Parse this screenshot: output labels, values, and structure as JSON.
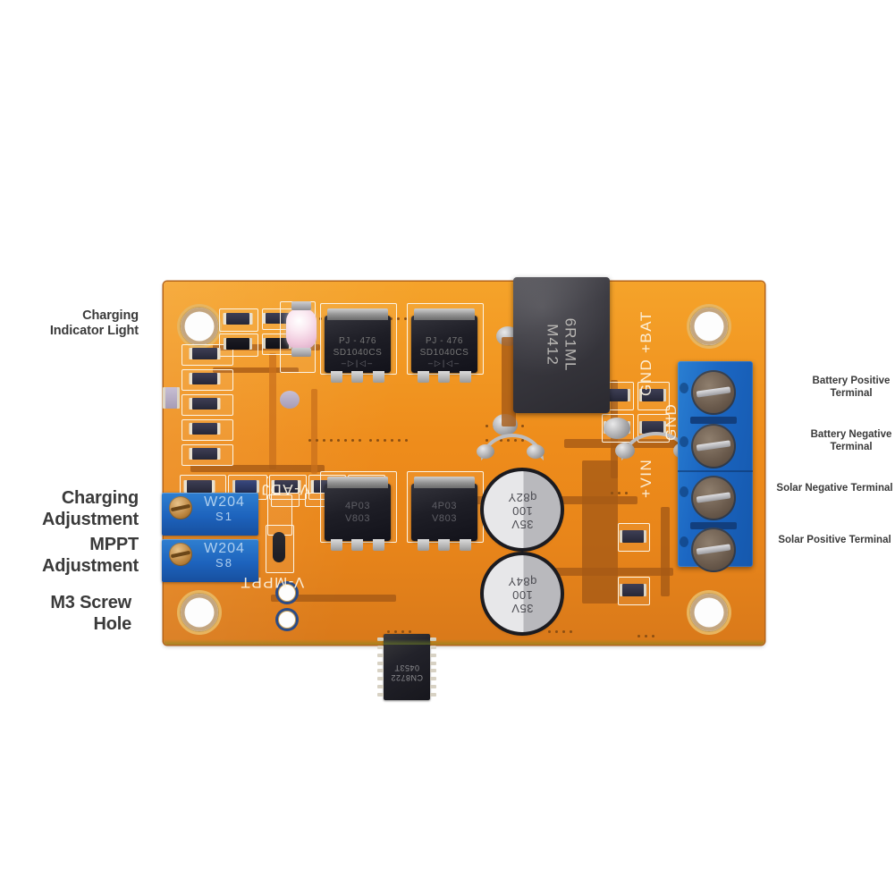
{
  "figure": {
    "subject": "MPPT solar charge controller step-down module",
    "background_color": "#ffffff",
    "leader_color": "#e23c3c"
  },
  "annotations": {
    "left": [
      {
        "name": "charging-indicator-light",
        "text": "Charging\nIndicator Light",
        "size": "mid"
      },
      {
        "name": "charging-adjustment",
        "text": "Charging\nAdjustment",
        "size": "big"
      },
      {
        "name": "mppt-adjustment",
        "text": "MPPT\nAdjustment",
        "size": "big"
      },
      {
        "name": "m3-screw-hole",
        "text": "M3 Screw\nHole",
        "size": "big"
      }
    ],
    "right": [
      {
        "name": "battery-positive-terminal",
        "text": "Battery Positive\nTerminal"
      },
      {
        "name": "battery-negative-terminal",
        "text": "Battery Negative\nTerminal"
      },
      {
        "name": "solar-negative-terminal",
        "text": "Solar Negative Terminal"
      },
      {
        "name": "solar-positive-terminal",
        "text": "Solar Positive Terminal"
      }
    ]
  },
  "board": {
    "color": "#ee8c1b",
    "silkscreen": {
      "v_adj": "V-ADJ",
      "v_mppt": "V-MPPT",
      "bat_plus": "+BAT",
      "gnd_upper": "GND",
      "vin_plus": "+VIN",
      "gnd_lower": "GND"
    }
  },
  "components": {
    "ic": {
      "line1": "CN8722",
      "line2": "0453T"
    },
    "inductor": {
      "text": "6R1ML\nM412"
    },
    "schottky": [
      {
        "line1": "PJ - 476",
        "line2": "SD1040CS",
        "symbol": "–▷|◁–"
      },
      {
        "line1": "PJ - 476",
        "line2": "SD1040CS",
        "symbol": "–▷|◁–"
      }
    ],
    "mosfets": [
      {
        "line1": "4P03",
        "line2": "V803"
      },
      {
        "line1": "4P03",
        "line2": "V803"
      }
    ],
    "capacitors": [
      {
        "text": "35V\n100\nq82Y"
      },
      {
        "text": "35V\n100\nq84Y"
      }
    ],
    "trimpots": [
      {
        "code": "W204",
        "sub": "S1"
      },
      {
        "code": "W204",
        "sub": "S8"
      }
    ],
    "terminal_block": {
      "color": "#1b66c2",
      "positions": 4
    }
  }
}
